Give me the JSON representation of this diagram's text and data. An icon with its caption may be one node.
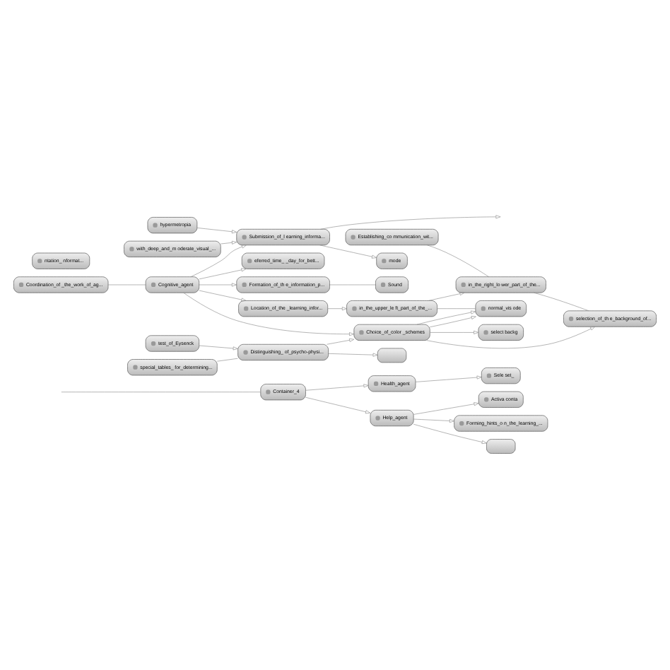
{
  "diagram": {
    "nodes": [
      {
        "text": [
          "Container_4"
        ]
      },
      {
        "text": [
          "Health_agent"
        ]
      },
      {
        "text": [
          "Help_agent"
        ]
      },
      {
        "text": [
          "Sele set_"
        ]
      },
      {
        "text": [
          "Activa conta"
        ]
      },
      {
        "text": [
          "Forming_hints_o n_the_learning_..."
        ]
      },
      {
        "text": [],
        "shape": "box"
      },
      {
        "text": [
          "Establishing_co mmunication_wit..."
        ]
      },
      {
        "text": [
          "in_the_right_lo wer_part_of_the..."
        ]
      },
      {
        "text": [
          "in_the_upper_le ft_part_of_the_..."
        ]
      },
      {
        "text": [
          "selection_of_th e_background_of..."
        ]
      },
      {
        "text": [
          "ntation_ nformat..."
        ]
      },
      {
        "text": [
          "normal_vis ode"
        ]
      },
      {
        "text": [
          "Coordination_of _the_work_of_ag..."
        ]
      },
      {
        "text": [
          "Location_of_the _learning_infor..."
        ]
      },
      {
        "text": [
          "select backg"
        ]
      },
      {
        "text": [
          "Cognitive_agent"
        ]
      },
      {
        "text": [
          "Choice_of_color _schemes"
        ]
      },
      {
        "text": [
          "eferred_time_ _day_for_bett..."
        ]
      },
      {
        "text": [
          "Formation_of_th e_information_p..."
        ]
      },
      {
        "text": [
          "Distinguishing_ of_psycho-physi..."
        ]
      },
      {
        "text": [],
        "shape": "box"
      },
      {
        "text": [
          "Sound"
        ]
      },
      {
        "text": [
          "Submission_of_l earning_informa..."
        ]
      },
      {
        "text": [
          "test_of_Eysenck"
        ]
      },
      {
        "text": [
          "mode"
        ]
      },
      {
        "text": [
          "hypermetropia"
        ]
      },
      {
        "text": [
          "with_deep_and_m oderate_visual_..."
        ]
      },
      {
        "text": [
          "special_tables_ for_determining..."
        ]
      }
    ],
    "edges": [
      {
        "from": null,
        "to": 0,
        "arrow": "none"
      },
      {
        "from": 0,
        "to": 1,
        "arrow": "to"
      },
      {
        "from": 0,
        "to": 2,
        "arrow": "to"
      },
      {
        "from": 1,
        "to": 3,
        "arrow": "to"
      },
      {
        "from": 2,
        "to": 4,
        "arrow": "to"
      },
      {
        "from": 2,
        "to": 5,
        "arrow": "to"
      },
      {
        "from": 2,
        "to": 6,
        "arrow": "to"
      },
      {
        "from": 7,
        "to": 8,
        "arrow": "none"
      },
      {
        "from": 9,
        "to": 8,
        "arrow": "to"
      },
      {
        "from": 8,
        "to": 10,
        "arrow": "none"
      },
      {
        "from": 14,
        "to": 9,
        "arrow": "to"
      },
      {
        "from": 9,
        "to": 12,
        "arrow": "none"
      },
      {
        "from": 13,
        "to": 16,
        "arrow": "none"
      },
      {
        "from": 16,
        "to": 14,
        "arrow": "to"
      },
      {
        "from": 16,
        "to": 17,
        "arrow": "to"
      },
      {
        "from": 17,
        "to": 10,
        "arrow": "to"
      },
      {
        "from": 17,
        "to": 12,
        "arrow": "to"
      },
      {
        "from": 17,
        "to": 12,
        "arrow": "to"
      },
      {
        "from": 17,
        "to": 15,
        "arrow": "to"
      },
      {
        "from": 16,
        "to": 18,
        "arrow": "to"
      },
      {
        "from": 16,
        "to": 19,
        "arrow": "to"
      },
      {
        "from": 16,
        "to": 23,
        "arrow": "to"
      },
      {
        "from": 20,
        "to": 17,
        "arrow": "to"
      },
      {
        "from": 20,
        "to": 21,
        "arrow": "to"
      },
      {
        "from": 24,
        "to": 20,
        "arrow": "to"
      },
      {
        "from": 28,
        "to": 20,
        "arrow": "none"
      },
      {
        "from": 19,
        "to": 22,
        "arrow": "none"
      },
      {
        "from": 23,
        "to": 25,
        "arrow": "to"
      },
      {
        "from": 26,
        "to": 23,
        "arrow": "to"
      },
      {
        "from": 27,
        "to": 23,
        "arrow": "to"
      },
      {
        "from": 23,
        "to": null,
        "arrow": "to"
      }
    ]
  }
}
